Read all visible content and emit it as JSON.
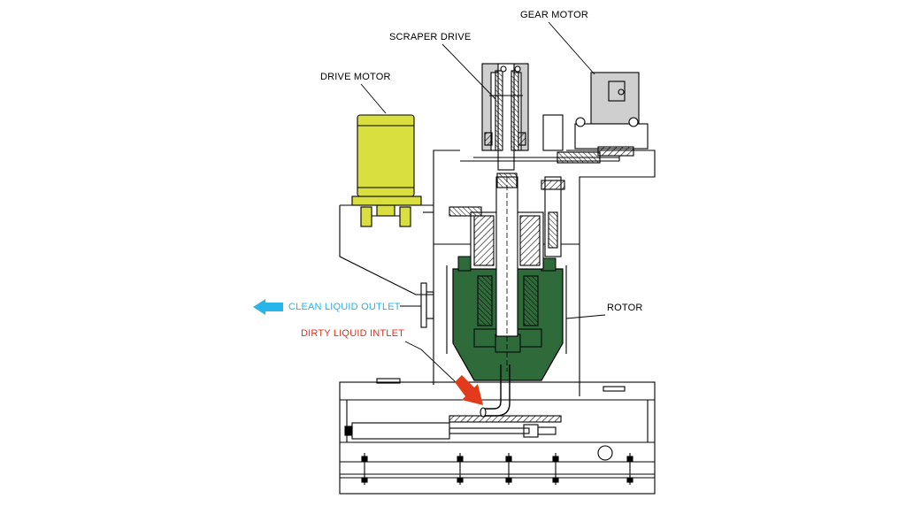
{
  "labels": {
    "gear_motor": "GEAR MOTOR",
    "scraper_drive": "SCRAPER DRIVE",
    "drive_motor": "DRIVE MOTOR",
    "rotor": "ROTOR",
    "clean_liquid_outlet": "CLEAN LIQUID OUTLET",
    "dirty_liquid_inlet": "DIRTY LIQUID INTLET"
  },
  "colors": {
    "drive_motor": "#d9df3f",
    "rotor": "#2f6b3a",
    "clean_arrow": "#28b6ea",
    "dirty_arrow": "#e23b1c",
    "housing_gray": "#cfcfcf",
    "line": "#000000"
  }
}
